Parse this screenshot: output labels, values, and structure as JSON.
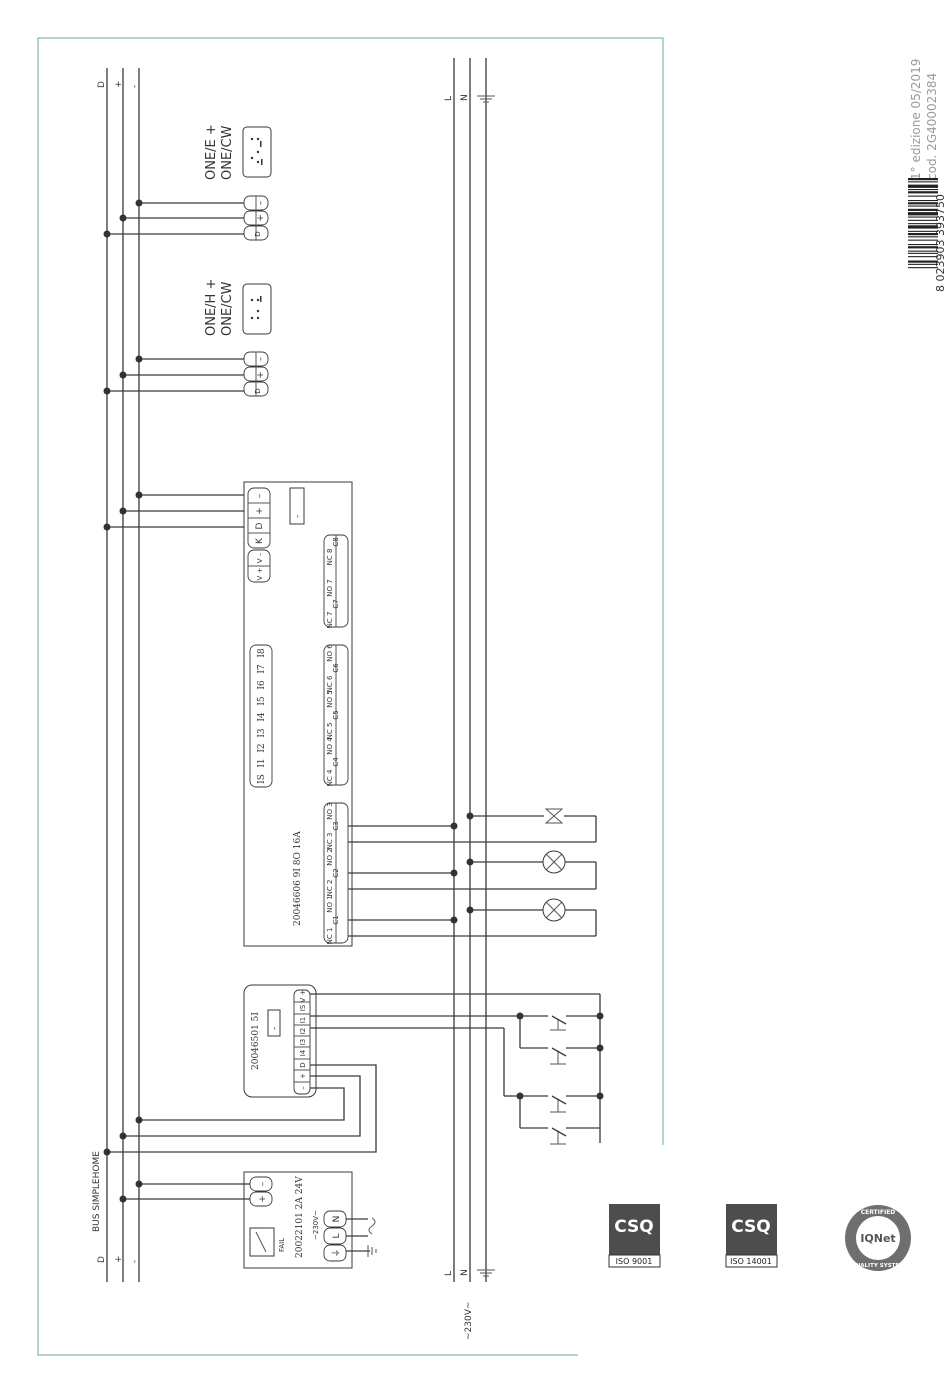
{
  "side": {
    "edition": "1° edizione 05/2019",
    "code": "cod. 2G40002384",
    "barcode_number": "8 023903 393750"
  },
  "bus": {
    "title": "BUS SIMPLEHOME",
    "d": "D",
    "plus": "+",
    "minus": "-",
    "minus_long": "–"
  },
  "mains": {
    "l": "L",
    "n": "N",
    "voltage": "~230V~"
  },
  "keypad_e": {
    "line1": "ONE/E +",
    "line2": "ONE/CW"
  },
  "keypad_h": {
    "line1": "ONE/H +",
    "line2": "ONE/CW"
  },
  "module_9i8o": {
    "label": "20046606 9I 8O 16A",
    "inputs": [
      "IS",
      "I1",
      "I2",
      "I3",
      "I4",
      "I5",
      "I6",
      "I7",
      "I8"
    ],
    "power": [
      "V +",
      "V –",
      "K",
      "D",
      "+",
      "–"
    ],
    "dash": "-",
    "outputs": [
      "NC 1",
      "C1",
      "NO 1",
      "NC 2",
      "C2",
      "NO 2",
      "NC 3",
      "C3",
      "NO 3",
      "NC 4",
      "C4",
      "NO 4",
      "NC 5",
      "C5",
      "NO 5",
      "NC 6",
      "C6",
      "NO 6",
      "NC 7",
      "C7",
      "NO 7",
      "NC 8",
      "C8"
    ]
  },
  "module_5i": {
    "label": "20046501 5I",
    "terminals": [
      "–",
      "+",
      "D",
      "I4",
      "I3",
      "I2",
      "I1",
      "IS",
      "V +"
    ],
    "dash": "-"
  },
  "psu": {
    "label": "20022101 2A 24V",
    "fail": "FAIL",
    "vac": "~230V~",
    "terminals_dc": [
      "–",
      "+"
    ],
    "terminals_ac": [
      "N",
      "L",
      "⏚"
    ]
  },
  "certs": {
    "csq1": "CSQ",
    "iso1": "ISO 9001",
    "csq2": "CSQ",
    "iso2": "ISO 14001",
    "iqnet_top": "CERTIFIED",
    "iqnet_mid": "IQNet",
    "iqnet_bottom": "QUALITY SYSTEM"
  }
}
